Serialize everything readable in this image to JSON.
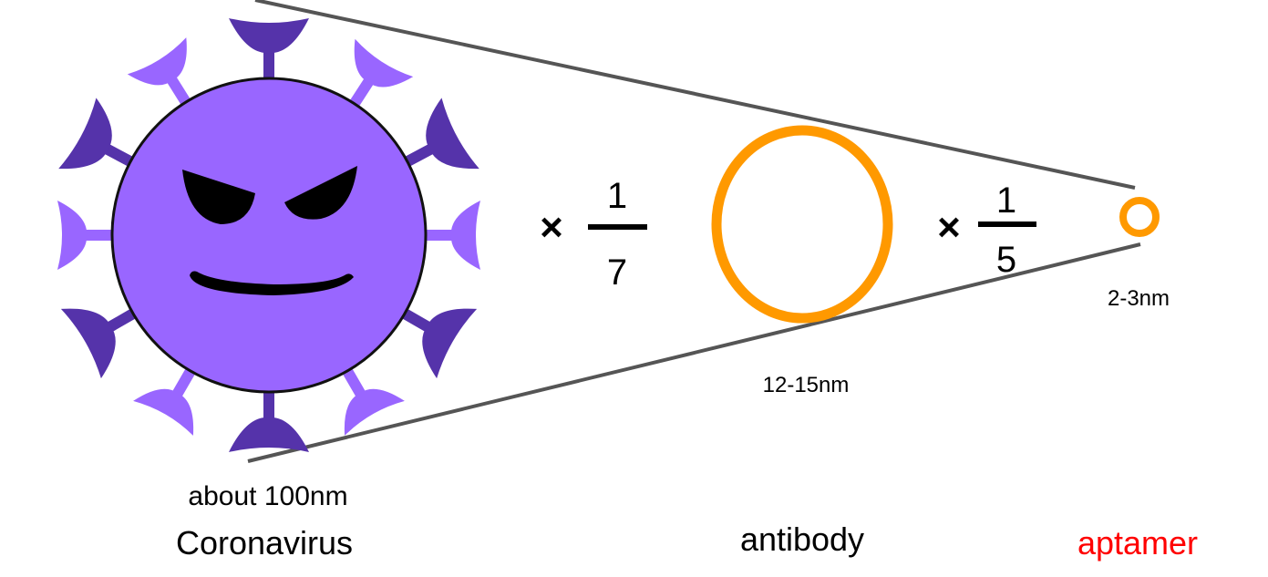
{
  "colors": {
    "virus_body": "#9966FF",
    "virus_outline": "#111111",
    "spike_light": "#9966FF",
    "spike_dark": "#5533AA",
    "face": "#000000",
    "cone_line": "#555555",
    "antibody_ring": "#FF9900",
    "aptamer_ring": "#FF9900",
    "aptamer_label": "#FF0000",
    "text": "#000000"
  },
  "virus": {
    "name": "Coronavirus",
    "size": "about 100nm"
  },
  "ratio_virus_to_antibody": {
    "symbol": "×",
    "numerator": "1",
    "denominator": "7"
  },
  "antibody": {
    "name": "antibody",
    "size": "12-15nm"
  },
  "ratio_antibody_to_aptamer": {
    "symbol": "×",
    "numerator": "1",
    "denominator": "5"
  },
  "aptamer": {
    "name": "aptamer",
    "size": "2-3nm"
  },
  "icons": {
    "virus": "coronavirus-icon",
    "antibody": "antibody-ring-icon",
    "aptamer": "aptamer-ring-icon"
  }
}
